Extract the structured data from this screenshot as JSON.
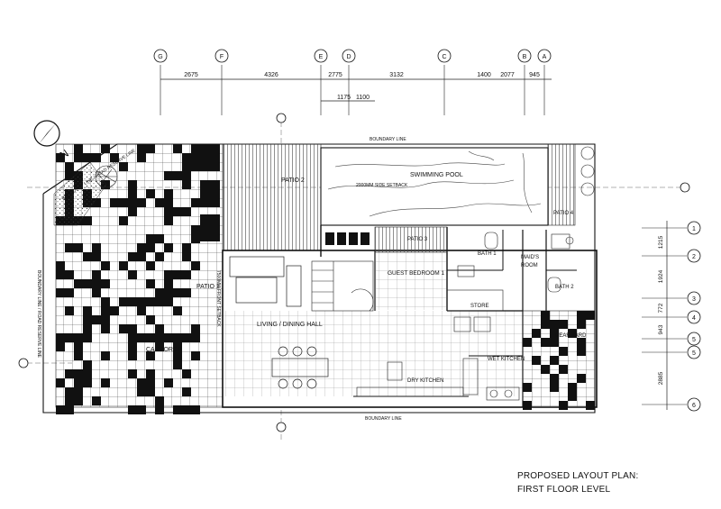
{
  "title": {
    "line1": "PROPOSED LAYOUT PLAN:",
    "line2": "FIRST FLOOR LEVEL"
  },
  "north_label": "N",
  "grid_top": {
    "labels": [
      "G",
      "F",
      "E",
      "D",
      "C",
      "B",
      "A"
    ],
    "dimensions": [
      "2675",
      "4326",
      "2775",
      "3132",
      "1400",
      "2077",
      "945"
    ],
    "sub_dimensions": [
      "1175",
      "1100"
    ]
  },
  "grid_right": {
    "labels": [
      "1",
      "2",
      "3",
      "4",
      "5",
      "5",
      "6"
    ],
    "dimensions": [
      "1215",
      "1924",
      "772",
      "943",
      "2885"
    ]
  },
  "rooms": {
    "patio_2": "PATIO 2",
    "swimming_pool": "SWIMMING POOL",
    "side_setback": "2000MM SIDE SETBACK",
    "patio_4": "PATIO 4",
    "patio_3": "PATIO 3",
    "bath_1": "BATH 1",
    "maids_room_1": "MAID'S",
    "maids_room_2": "ROOM",
    "guest_bedroom_1": "GUEST BEDROOM 1",
    "patio_1": "PATIO 1",
    "bath_2": "BATH 2",
    "store": "STORE",
    "living_dining": "LIVING / DINING HALL",
    "rear_yard": "REAR YARD",
    "carporch": "CARPORCH",
    "wet_kitchen": "WET KITCHEN",
    "dry_kitchen": "DRY KITCHEN"
  },
  "boundaries": {
    "top": "BOUNDARY LINE",
    "bottom": "BOUNDARY LINE",
    "left": "BOUNDARY LINE / ROAD RESERVE LINE",
    "diagonal": "BOUNDARY LINE / ROAD RESERVE LINE",
    "setback": "7500MM FRONT SETBACK"
  }
}
